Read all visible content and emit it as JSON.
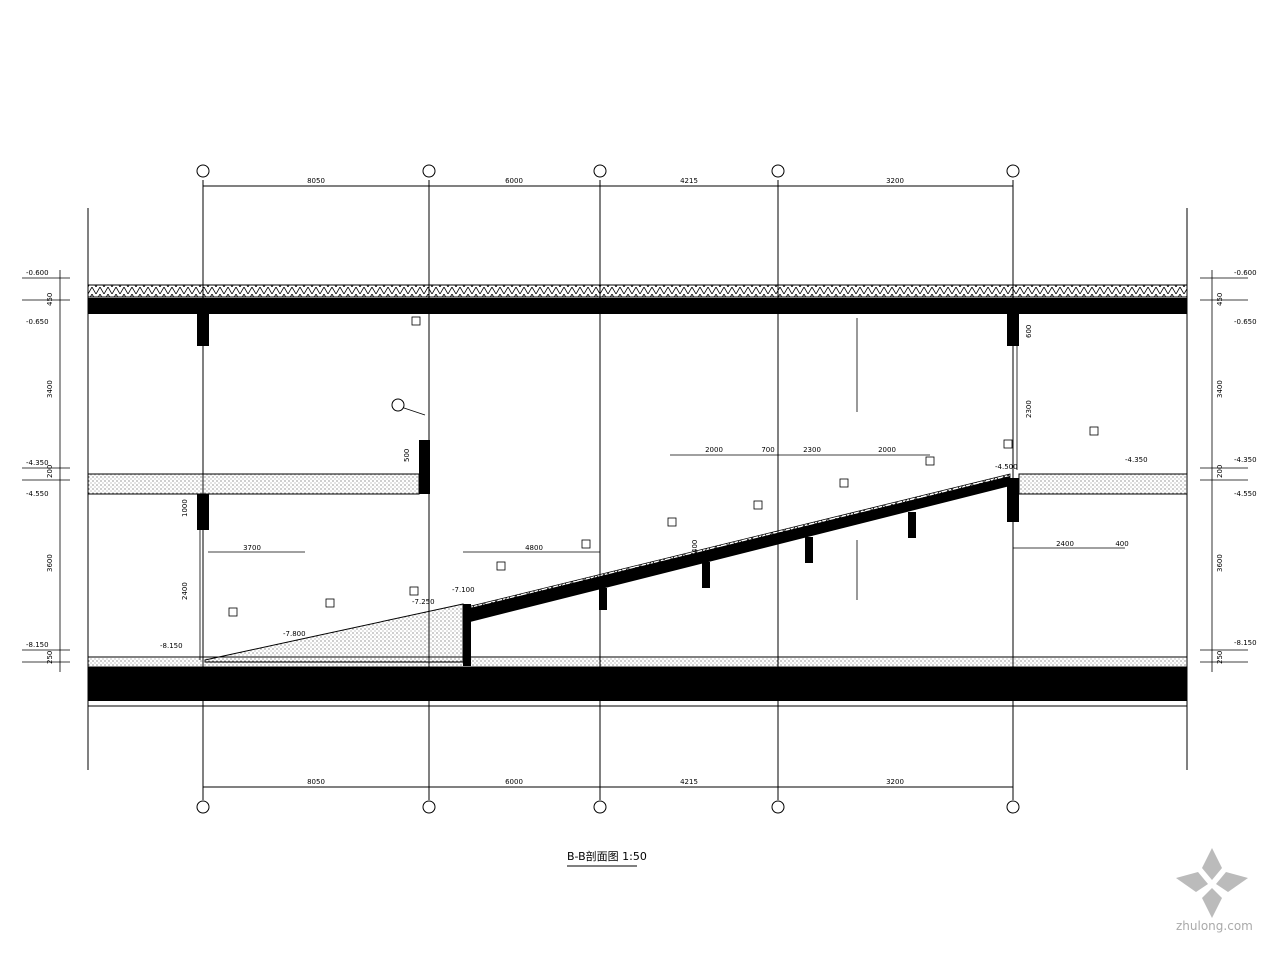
{
  "dimensions_top": [
    "8050",
    "6000",
    "4215",
    "3200"
  ],
  "dimensions_bottom": [
    "8050",
    "6000",
    "4215",
    "3200"
  ],
  "inner_dims": [
    "3700",
    "4800",
    "2000",
    "700",
    "2300",
    "2000",
    "2400",
    "400"
  ],
  "inner_levels": [
    "-8.150",
    "-7.800",
    "-7.250",
    "-7.100",
    "-4.500",
    "-4.350"
  ],
  "inner_vertical_dims": [
    "1000",
    "2400",
    "500",
    "400",
    "600",
    "2300"
  ],
  "left_elevations": [
    "-0.600",
    "-0.650",
    "-4.350",
    "-4.550",
    "-8.150"
  ],
  "right_elevations": [
    "-0.600",
    "-0.650",
    "-4.350",
    "-4.550",
    "-8.150"
  ],
  "side_vertical_dims": [
    "450",
    "3400",
    "200",
    "3600",
    "250"
  ],
  "caption": {
    "title": "B-B剖面图 1:50"
  },
  "watermark": "zhulong.com"
}
